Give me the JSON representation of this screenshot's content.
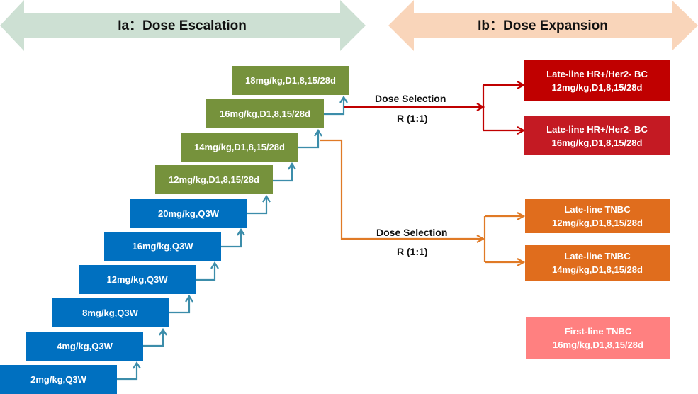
{
  "phases": {
    "escalation": {
      "label": "Ia：Dose Escalation",
      "color": "#CDE0D3"
    },
    "expansion": {
      "label": "Ib：Dose Expansion",
      "color": "#F9D5BA"
    }
  },
  "escalation_steps": {
    "q3w": [
      {
        "label": "2mg/kg,Q3W"
      },
      {
        "label": "4mg/kg,Q3W"
      },
      {
        "label": "8mg/kg,Q3W"
      },
      {
        "label": "12mg/kg,Q3W"
      },
      {
        "label": "16mg/kg,Q3W"
      },
      {
        "label": "20mg/kg,Q3W"
      }
    ],
    "weekly": [
      {
        "label": "12mg/kg,D1,8,15/28d"
      },
      {
        "label": "14mg/kg,D1,8,15/28d"
      },
      {
        "label": "16mg/kg,D1,8,15/28d"
      },
      {
        "label": "18mg/kg,D1,8,15/28d"
      }
    ]
  },
  "selections": [
    {
      "title": "Dose Selection",
      "ratio": "R (1:1)",
      "color": "#C00000"
    },
    {
      "title": "Dose Selection",
      "ratio": "R (1:1)",
      "color": "#E07A26"
    }
  ],
  "expansion_arms": [
    {
      "population": "Late-line HR+/Her2- BC",
      "dose": "12mg/kg,D1,8,15/28d",
      "color": "#C00000"
    },
    {
      "population": "Late-line HR+/Her2- BC",
      "dose": "16mg/kg,D1,8,15/28d",
      "color": "#C41A23"
    },
    {
      "population": "Late-line TNBC",
      "dose": "12mg/kg,D1,8,15/28d",
      "color": "#E06D1D"
    },
    {
      "population": "Late-line TNBC",
      "dose": "14mg/kg,D1,8,15/28d",
      "color": "#E06D1D"
    },
    {
      "population": "First-line TNBC",
      "dose": "16mg/kg,D1,8,15/28d",
      "color": "#FF8080"
    }
  ],
  "colors": {
    "step_connector": "#3C8DAA",
    "q3w_box": "#0070C0",
    "weekly_box": "#76923C"
  }
}
